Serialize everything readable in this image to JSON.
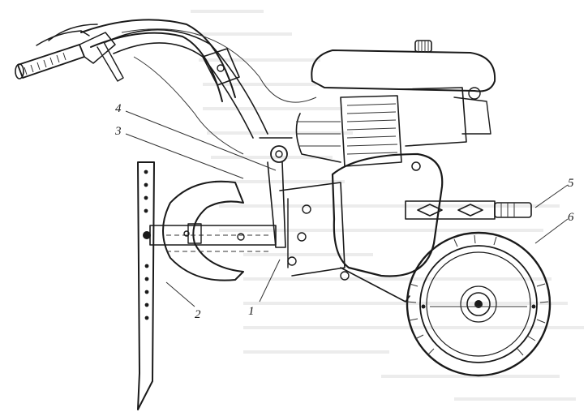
{
  "diagram": {
    "callouts": [
      {
        "id": "callout-1",
        "label": "1"
      },
      {
        "id": "callout-2",
        "label": "2"
      },
      {
        "id": "callout-3",
        "label": "3"
      },
      {
        "id": "callout-4",
        "label": "4"
      },
      {
        "id": "callout-5",
        "label": "5"
      },
      {
        "id": "callout-6",
        "label": "6"
      }
    ]
  },
  "colors": {
    "ink": "#1a1a1a",
    "paper": "#ffffff",
    "bleed_through": "#c8c8c8"
  }
}
